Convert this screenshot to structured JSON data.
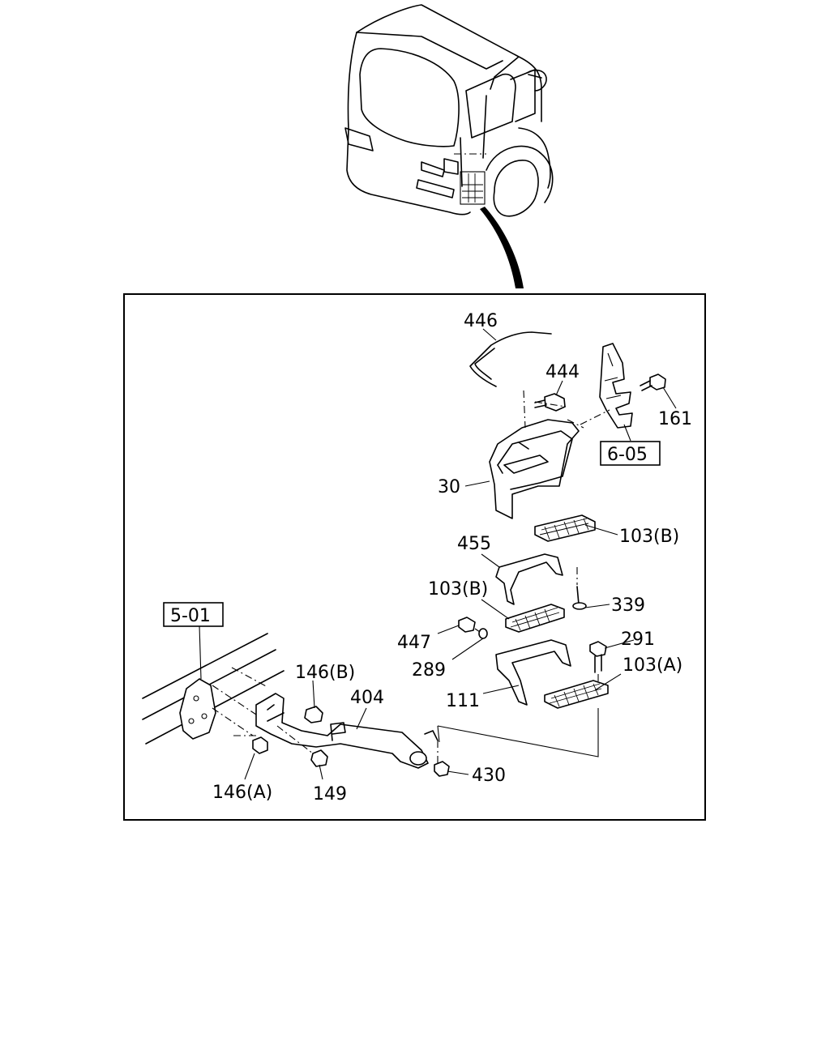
{
  "callouts": [
    {
      "id": "446",
      "text": "446"
    },
    {
      "id": "444",
      "text": "444"
    },
    {
      "id": "161",
      "text": "161"
    },
    {
      "id": "6-05",
      "text": "6-05"
    },
    {
      "id": "30",
      "text": "30"
    },
    {
      "id": "103b-upper",
      "text": "103(B)"
    },
    {
      "id": "455",
      "text": "455"
    },
    {
      "id": "103b-lower",
      "text": "103(B)"
    },
    {
      "id": "339",
      "text": "339"
    },
    {
      "id": "5-01",
      "text": "5-01"
    },
    {
      "id": "447",
      "text": "447"
    },
    {
      "id": "291",
      "text": "291"
    },
    {
      "id": "146b",
      "text": "146(B)"
    },
    {
      "id": "289",
      "text": "289"
    },
    {
      "id": "103a",
      "text": "103(A)"
    },
    {
      "id": "404",
      "text": "404"
    },
    {
      "id": "111",
      "text": "111"
    },
    {
      "id": "430",
      "text": "430"
    },
    {
      "id": "146a",
      "text": "146(A)"
    },
    {
      "id": "149",
      "text": "149"
    }
  ]
}
